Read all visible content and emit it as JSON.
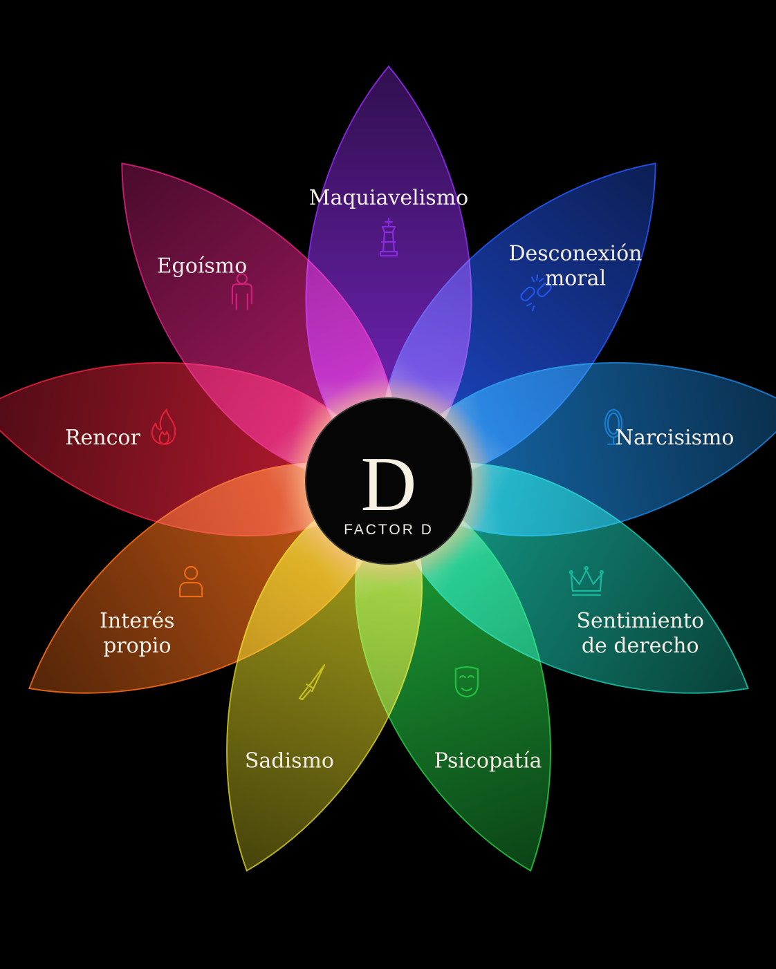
{
  "center": {
    "letter": "D",
    "label": "FACTOR D"
  },
  "petals": [
    {
      "key": "maquiavelismo",
      "lines": [
        "Maquiavelismo"
      ],
      "icon": "chess-king-icon",
      "color": "#8a2be2"
    },
    {
      "key": "desconexion-moral",
      "lines": [
        "Desconexión",
        "moral"
      ],
      "icon": "broken-chain-icon",
      "color": "#2255ee"
    },
    {
      "key": "narcisismo",
      "lines": [
        "Narcisismo"
      ],
      "icon": "mirror-icon",
      "color": "#1a7fd0"
    },
    {
      "key": "sentimiento-de-derecho",
      "lines": [
        "Sentimiento",
        "de derecho"
      ],
      "icon": "crown-icon",
      "color": "#18b8a0"
    },
    {
      "key": "psicopatia",
      "lines": [
        "Psicopatía"
      ],
      "icon": "mask-icon",
      "color": "#22c040"
    },
    {
      "key": "sadismo",
      "lines": [
        "Sadismo"
      ],
      "icon": "knife-icon",
      "color": "#c8c020"
    },
    {
      "key": "interes-propio",
      "lines": [
        "Interés",
        "propio"
      ],
      "icon": "person-icon",
      "color": "#ee6a18"
    },
    {
      "key": "rencor",
      "lines": [
        "Rencor"
      ],
      "icon": "flame-icon",
      "color": "#e0203a"
    },
    {
      "key": "egoismo",
      "lines": [
        "Egoísmo"
      ],
      "icon": "person-standing-icon",
      "color": "#d0207a"
    }
  ]
}
